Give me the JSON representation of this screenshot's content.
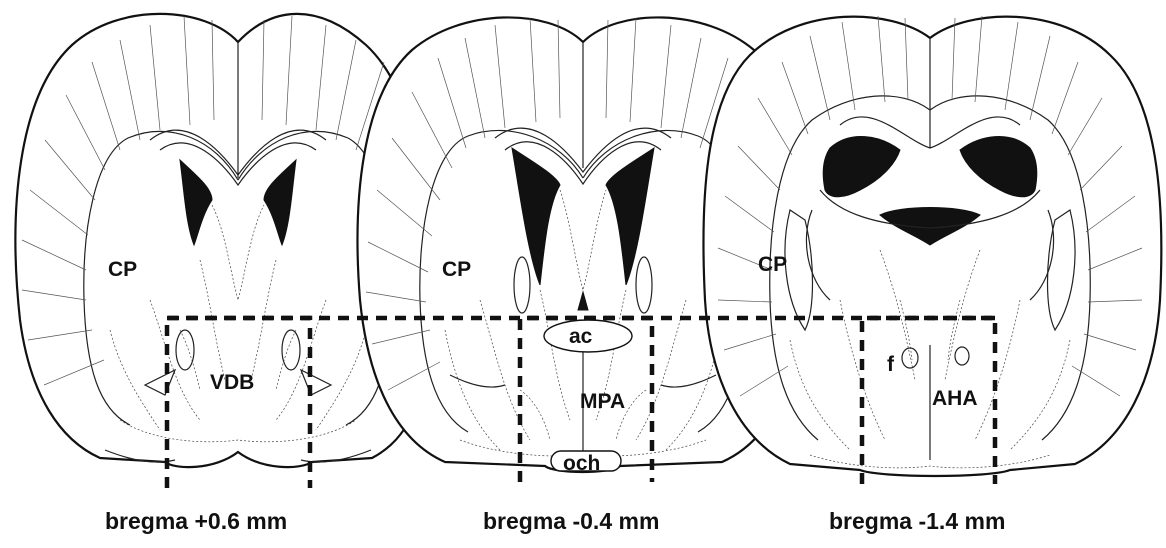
{
  "sections": [
    {
      "id": "anterior",
      "caption": "bregma +0.6 mm",
      "labels": {
        "cp": "CP",
        "vdb": "VDB"
      }
    },
    {
      "id": "middle",
      "caption": "bregma -0.4 mm",
      "labels": {
        "cp": "CP",
        "ac": "ac",
        "mpa": "MPA",
        "och": "och"
      }
    },
    {
      "id": "posterior",
      "caption": "bregma -1.4 mm",
      "labels": {
        "cp": "CP",
        "f": "f",
        "aha": "AHA"
      }
    }
  ]
}
